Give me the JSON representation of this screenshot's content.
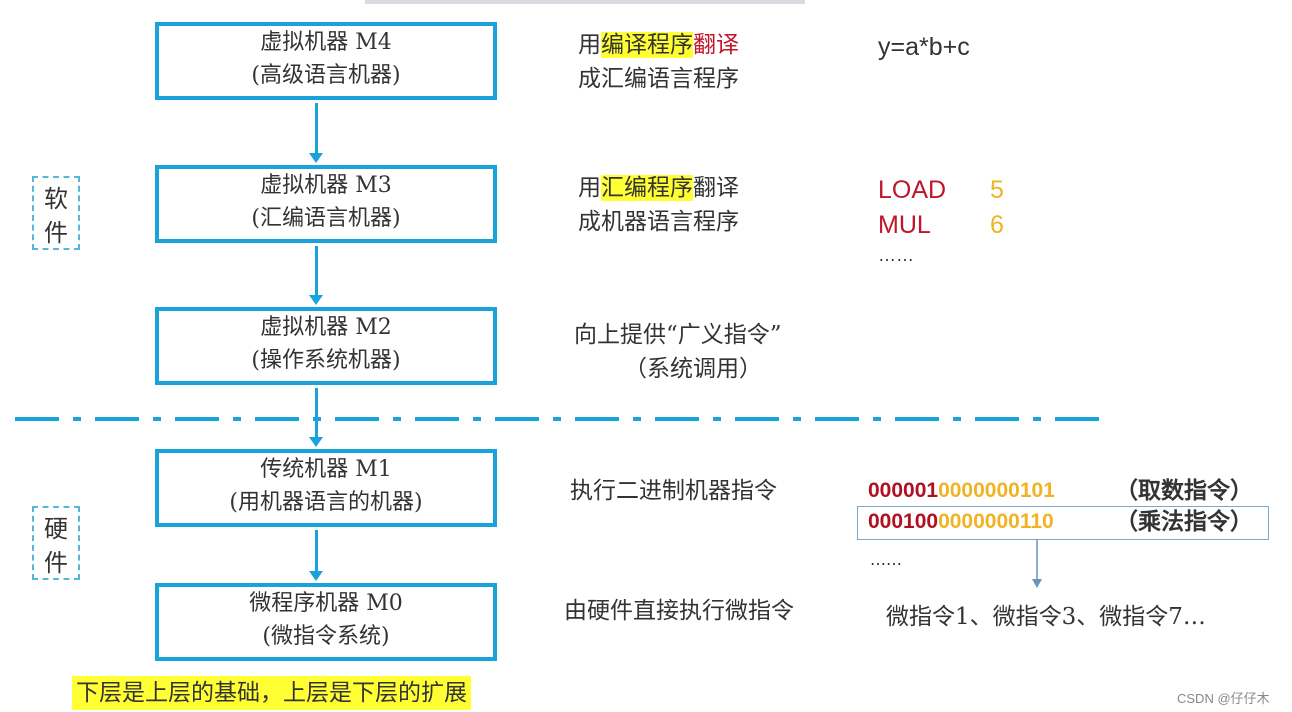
{
  "levels": [
    {
      "title": "虚拟机器 M4",
      "sub": "(高级语言机器)",
      "desc": {
        "pre": "用",
        "hl": "编译程序",
        "post": "翻译",
        "line2": "成汇编语言程序"
      }
    },
    {
      "title": "虚拟机器 M3",
      "sub": "(汇编语言机器)",
      "desc": {
        "pre": "用",
        "hl": "汇编程序",
        "post": "翻译",
        "line2": "成机器语言程序"
      }
    },
    {
      "title": "虚拟机器 M2",
      "sub": "(操作系统机器)",
      "desc": {
        "line1": "向上提供“广义指令”",
        "line2": "（系统调用）"
      }
    },
    {
      "title": "传统机器 M1",
      "sub": "(用机器语言的机器)",
      "desc": {
        "line1": "执行二进制机器指令"
      }
    },
    {
      "title": "微程序机器 M0",
      "sub": "(微指令系统)",
      "desc": {
        "line1": "由硬件直接执行微指令"
      }
    }
  ],
  "side_labels": {
    "software": [
      "软",
      "件"
    ],
    "hardware": [
      "硬",
      "件"
    ]
  },
  "examples": {
    "expr": "y=a*b+c",
    "asm": [
      {
        "op": "LOAD",
        "arg": "5"
      },
      {
        "op": "MUL",
        "arg": "6"
      }
    ],
    "asm_ellipsis": "……",
    "binary": [
      {
        "opcode": "000001",
        "addr": "0000000101",
        "label": "（取数指令）"
      },
      {
        "opcode": "000100",
        "addr": "0000000110",
        "label": "（乘法指令）"
      }
    ],
    "bin_ellipsis": "……",
    "micro": "微指令1、微指令3、微指令7…"
  },
  "footer_note": "下层是上层的基础，上层是下层的扩展",
  "watermark": "CSDN @仔仔木",
  "colors": {
    "box": "#1aa3db",
    "highlight": "#ffff33",
    "opcode": "#b01020",
    "addr": "#f0b323"
  }
}
